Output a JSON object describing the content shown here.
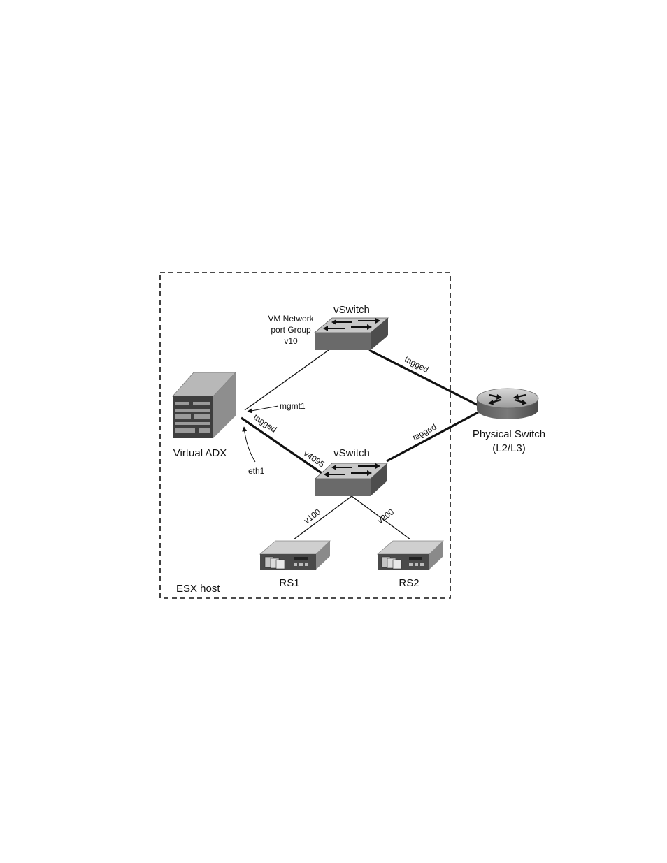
{
  "host": {
    "label": "ESX host"
  },
  "vswitch_top": {
    "label": "vSwitch",
    "port_group_lines": [
      "VM Network",
      "port Group",
      "v10"
    ]
  },
  "vswitch_bottom": {
    "label": "vSwitch"
  },
  "virtual_adx": {
    "label": "Virtual ADX"
  },
  "physical_switch": {
    "label_line1": "Physical Switch",
    "label_line2": "(L2/L3)"
  },
  "server_rs1": {
    "label": "RS1"
  },
  "server_rs2": {
    "label": "RS2"
  },
  "links": {
    "top_to_physical": "tagged",
    "bottom_to_physical": "tagged",
    "adx_to_bottom": "tagged",
    "adx_to_bottom_vlan": "v4095",
    "bottom_to_rs1": "v100",
    "bottom_to_rs2": "v200"
  },
  "ports": {
    "mgmt": "mgmt1",
    "data": "eth1"
  },
  "colors": {
    "device_dark": "#4a4a4a",
    "device_mid": "#8c8c8c",
    "device_light": "#c9c9c9",
    "line": "#111111"
  }
}
